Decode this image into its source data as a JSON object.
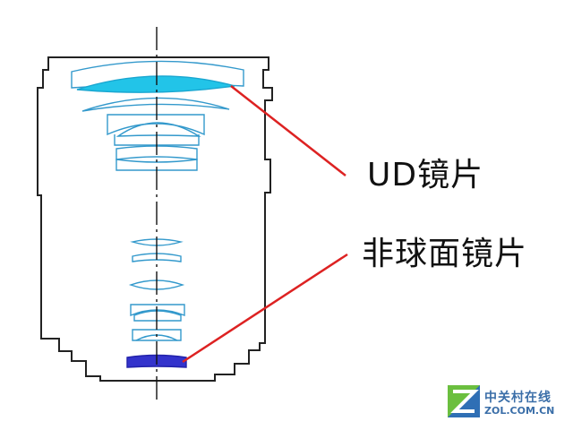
{
  "labels": {
    "ud_lens": "UD镜片",
    "aspherical_lens": "非球面镜片"
  },
  "watermark": {
    "name_cn": "中关村在线",
    "site": "ZOL.COM.CN"
  },
  "colors": {
    "outline": "#222222",
    "lens_outline": "#3399cc",
    "ud_fill": "#22c4e8",
    "aspherical_fill": "#3333cc",
    "leader": "#dd2222",
    "watermark": "#3a6ea8"
  }
}
